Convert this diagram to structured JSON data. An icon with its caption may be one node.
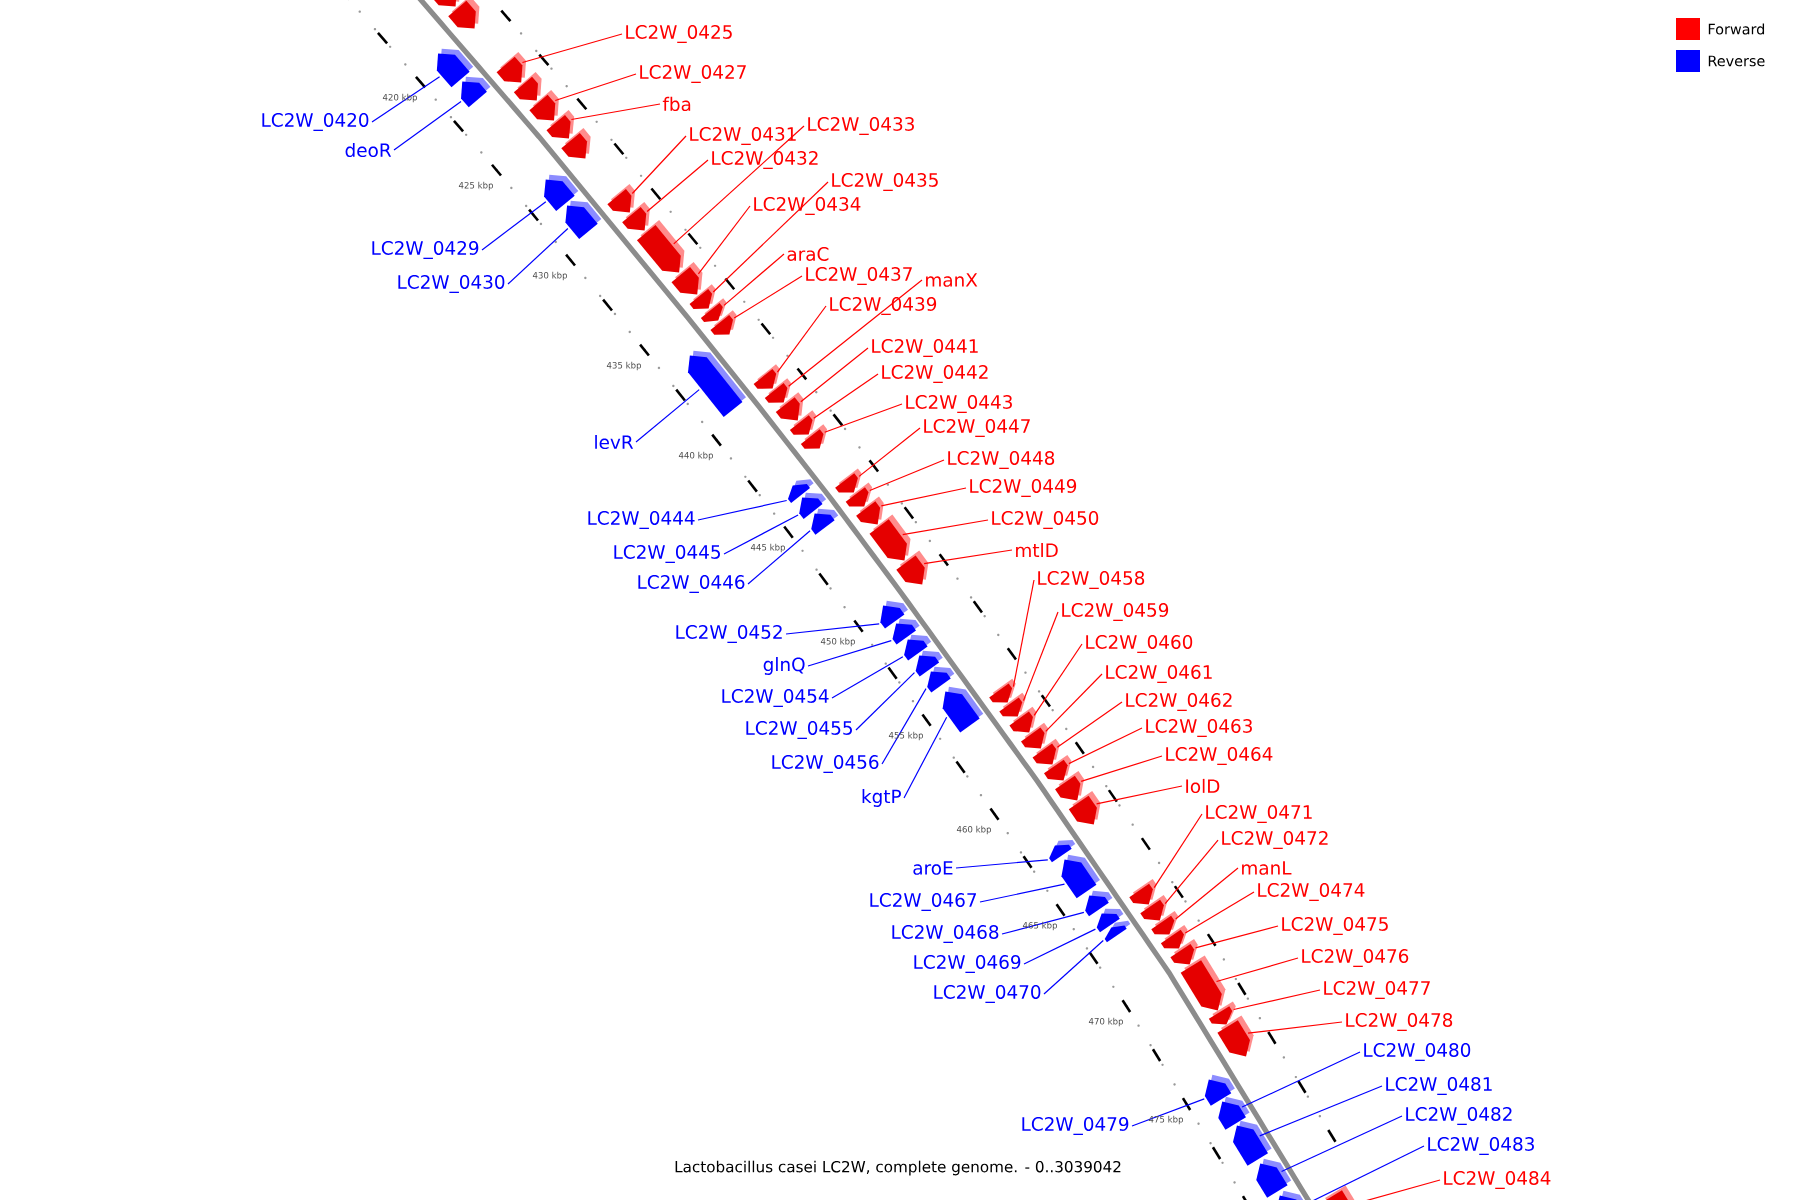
{
  "diagram": {
    "caption": "Lactobacillus casei LC2W, complete genome. - 0..3039042",
    "nodes": [
      {
        "text": [
          "LC2W_0425"
        ]
      },
      {
        "text": [
          "LC2W_0427"
        ]
      },
      {
        "text": [
          "fba"
        ]
      },
      {
        "text": [
          "LC2W_0420"
        ]
      },
      {
        "text": [
          "LC2W_0433"
        ]
      },
      {
        "text": [
          "LC2W_0431"
        ]
      },
      {
        "text": [
          "deoR"
        ]
      },
      {
        "text": [
          "LC2W_0432"
        ]
      },
      {
        "text": [
          "LC2W_0435"
        ]
      },
      {
        "text": [
          "LC2W_0434"
        ]
      },
      {
        "text": [
          "LC2W_0429"
        ]
      },
      {
        "text": [
          "araC"
        ]
      },
      {
        "text": [
          "LC2W_0437"
        ]
      },
      {
        "text": [
          "manX"
        ]
      },
      {
        "text": [
          "LC2W_0430"
        ]
      },
      {
        "text": [
          "LC2W_0439"
        ]
      },
      {
        "text": [
          "LC2W_0441"
        ]
      },
      {
        "text": [
          "LC2W_0442"
        ]
      },
      {
        "text": [
          "LC2W_0443"
        ]
      },
      {
        "text": [
          "LC2W_0447"
        ]
      },
      {
        "text": [
          "levR"
        ]
      },
      {
        "text": [
          "LC2W_0448"
        ]
      },
      {
        "text": [
          "LC2W_0449"
        ]
      },
      {
        "text": [
          "LC2W_0450"
        ]
      },
      {
        "text": [
          "LC2W_0444"
        ]
      },
      {
        "text": [
          "mtlD"
        ]
      },
      {
        "text": [
          "LC2W_0445"
        ]
      },
      {
        "text": [
          "LC2W_0458"
        ]
      },
      {
        "text": [
          "LC2W_0446"
        ]
      },
      {
        "text": [
          "LC2W_0459"
        ]
      },
      {
        "text": [
          "LC2W_0452"
        ]
      },
      {
        "text": [
          "LC2W_0460"
        ]
      },
      {
        "text": [
          "glnQ"
        ]
      },
      {
        "text": [
          "LC2W_0461"
        ]
      },
      {
        "text": [
          "LC2W_0454"
        ]
      },
      {
        "text": [
          "LC2W_0462"
        ]
      },
      {
        "text": [
          "LC2W_0463"
        ]
      },
      {
        "text": [
          "LC2W_0455"
        ]
      },
      {
        "text": [
          "LC2W_0464"
        ]
      },
      {
        "text": [
          "LC2W_0456"
        ]
      },
      {
        "text": [
          "IolD"
        ]
      },
      {
        "text": [
          "kgtP"
        ]
      },
      {
        "text": [
          "LC2W_0471"
        ]
      },
      {
        "text": [
          "LC2W_0472"
        ]
      },
      {
        "text": [
          "aroE"
        ]
      },
      {
        "text": [
          "manL"
        ]
      },
      {
        "text": [
          "LC2W_0474"
        ]
      },
      {
        "text": [
          "LC2W_0467"
        ]
      },
      {
        "text": [
          "LC2W_0475"
        ]
      },
      {
        "text": [
          "LC2W_0468"
        ]
      },
      {
        "text": [
          "LC2W_0476"
        ]
      },
      {
        "text": [
          "LC2W_0469"
        ]
      },
      {
        "text": [
          "LC2W_0477"
        ]
      },
      {
        "text": [
          "LC2W_0470"
        ]
      },
      {
        "text": [
          "LC2W_0478"
        ]
      },
      {
        "text": [
          "LC2W_0480"
        ]
      },
      {
        "text": [
          "LC2W_0481"
        ]
      },
      {
        "text": [
          "LC2W_0482"
        ]
      },
      {
        "text": [
          "LC2W_0479"
        ]
      },
      {
        "text": [
          "LC2W_0483"
        ]
      },
      {
        "text": [
          "LC2W_0484"
        ]
      },
      {
        "text": [],
        "shape": "arrow"
      },
      {
        "text": [],
        "shape": "arrow"
      },
      {
        "text": [],
        "shape": "arrow"
      },
      {
        "text": [],
        "shape": "arrow"
      },
      {
        "text": [],
        "shape": "arrow"
      },
      {
        "text": [],
        "shape": "arrow"
      },
      {
        "text": [],
        "shape": "arrow"
      },
      {
        "text": [],
        "shape": "arrow"
      },
      {
        "text": [],
        "shape": "arrow"
      },
      {
        "text": [],
        "shape": "arrow"
      },
      {
        "text": [],
        "shape": "arrow"
      },
      {
        "text": [],
        "shape": "arrow"
      },
      {
        "text": [],
        "shape": "arrow"
      },
      {
        "text": [],
        "shape": "arrow"
      },
      {
        "text": [],
        "shape": "arrow"
      },
      {
        "text": [],
        "shape": "arrow"
      },
      {
        "text": [],
        "shape": "arrow"
      },
      {
        "text": [],
        "shape": "arrow"
      },
      {
        "text": [],
        "shape": "arrow"
      },
      {
        "text": [],
        "shape": "arrow"
      },
      {
        "text": [],
        "shape": "arrow"
      },
      {
        "text": [],
        "shape": "arrow"
      },
      {
        "text": [],
        "shape": "arrow"
      },
      {
        "text": [],
        "shape": "arrow"
      },
      {
        "text": [],
        "shape": "arrow"
      },
      {
        "text": [],
        "shape": "arrow"
      },
      {
        "text": [],
        "shape": "arrow"
      },
      {
        "text": [],
        "shape": "arrow"
      },
      {
        "text": [],
        "shape": "arrow"
      },
      {
        "text": [],
        "shape": "arrow"
      },
      {
        "text": [],
        "shape": "arrow"
      },
      {
        "text": [],
        "shape": "arrow"
      },
      {
        "text": [],
        "shape": "arrow"
      },
      {
        "text": [],
        "shape": "arrow"
      },
      {
        "text": [],
        "shape": "arrow"
      },
      {
        "text": [],
        "shape": "arrow"
      },
      {
        "text": [],
        "shape": "arrow"
      },
      {
        "text": [],
        "shape": "arrow"
      },
      {
        "text": [],
        "shape": "arrow"
      },
      {
        "text": [],
        "shape": "arrow"
      },
      {
        "text": [],
        "shape": "arrow"
      },
      {
        "text": [],
        "shape": "arrow"
      },
      {
        "text": [],
        "shape": "arrow"
      },
      {
        "text": [],
        "shape": "arrow"
      },
      {
        "text": [],
        "shape": "arrow"
      },
      {
        "text": [],
        "shape": "arrow"
      },
      {
        "text": [],
        "shape": "arrow"
      },
      {
        "text": [],
        "shape": "arrow"
      },
      {
        "text": [],
        "shape": "arrow"
      },
      {
        "text": [],
        "shape": "arrow"
      },
      {
        "text": [],
        "shape": "arrow"
      },
      {
        "text": [],
        "shape": "arrow"
      },
      {
        "text": [],
        "shape": "arrow"
      },
      {
        "text": [],
        "shape": "arrow"
      },
      {
        "text": [],
        "shape": "arrow"
      },
      {
        "text": [],
        "shape": "arrow"
      },
      {
        "text": [],
        "shape": "arrow"
      },
      {
        "text": [],
        "shape": "arrow"
      },
      {
        "text": [],
        "shape": "arrow"
      },
      {
        "text": [],
        "shape": "arrow"
      },
      {
        "text": [],
        "shape": "arrow"
      },
      {
        "text": [],
        "shape": "arrow"
      },
      {
        "text": [],
        "shape": "arrow"
      },
      {
        "text": [],
        "shape": "arrow"
      },
      {
        "text": [],
        "shape": "arrow"
      }
    ],
    "edges": [
      {
        "from": 0,
        "to": 63,
        "arrow": "none"
      },
      {
        "from": 1,
        "to": 65,
        "arrow": "none"
      },
      {
        "from": 2,
        "to": 66,
        "arrow": "none"
      },
      {
        "from": 3,
        "to": 101,
        "arrow": "none",
        "color": "#0000ff"
      },
      {
        "from": 4,
        "to": 70,
        "arrow": "none"
      },
      {
        "from": 5,
        "to": 68,
        "arrow": "none"
      },
      {
        "from": 6,
        "to": 102,
        "arrow": "none",
        "color": "#0000ff"
      },
      {
        "from": 7,
        "to": 69,
        "arrow": "none"
      },
      {
        "from": 8,
        "to": 72,
        "arrow": "none"
      },
      {
        "from": 9,
        "to": 71,
        "arrow": "none"
      },
      {
        "from": 10,
        "to": 103,
        "arrow": "none",
        "color": "#0000ff"
      },
      {
        "from": 11,
        "to": 73,
        "arrow": "none"
      },
      {
        "from": 12,
        "to": 74,
        "arrow": "none"
      },
      {
        "from": 13,
        "to": 76,
        "arrow": "none"
      },
      {
        "from": 14,
        "to": 104,
        "arrow": "none",
        "color": "#0000ff"
      },
      {
        "from": 15,
        "to": 75,
        "arrow": "none"
      },
      {
        "from": 16,
        "to": 77,
        "arrow": "none"
      },
      {
        "from": 17,
        "to": 78,
        "arrow": "none"
      },
      {
        "from": 18,
        "to": 79,
        "arrow": "none"
      },
      {
        "from": 19,
        "to": 80,
        "arrow": "none"
      },
      {
        "from": 20,
        "to": 105,
        "arrow": "none",
        "color": "#0000ff"
      },
      {
        "from": 21,
        "to": 81,
        "arrow": "none"
      },
      {
        "from": 22,
        "to": 82,
        "arrow": "none"
      },
      {
        "from": 23,
        "to": 83,
        "arrow": "none"
      },
      {
        "from": 24,
        "to": 106,
        "arrow": "none",
        "color": "#0000ff"
      },
      {
        "from": 25,
        "to": 84,
        "arrow": "none"
      },
      {
        "from": 26,
        "to": 107,
        "arrow": "none",
        "color": "#0000ff"
      },
      {
        "from": 27,
        "to": 85,
        "arrow": "none"
      },
      {
        "from": 28,
        "to": 108,
        "arrow": "none",
        "color": "#0000ff"
      },
      {
        "from": 29,
        "to": 86,
        "arrow": "none"
      },
      {
        "from": 30,
        "to": 109,
        "arrow": "none",
        "color": "#0000ff"
      },
      {
        "from": 31,
        "to": 87,
        "arrow": "none"
      },
      {
        "from": 32,
        "to": 110,
        "arrow": "none",
        "color": "#0000ff"
      },
      {
        "from": 33,
        "to": 88,
        "arrow": "none"
      },
      {
        "from": 34,
        "to": 111,
        "arrow": "none",
        "color": "#0000ff"
      },
      {
        "from": 35,
        "to": 89,
        "arrow": "none"
      },
      {
        "from": 36,
        "to": 90,
        "arrow": "none"
      },
      {
        "from": 37,
        "to": 112,
        "arrow": "none",
        "color": "#0000ff"
      },
      {
        "from": 38,
        "to": 91,
        "arrow": "none"
      },
      {
        "from": 39,
        "to": 113,
        "arrow": "none",
        "color": "#0000ff"
      },
      {
        "from": 40,
        "to": 92,
        "arrow": "none"
      },
      {
        "from": 41,
        "to": 114,
        "arrow": "none",
        "color": "#0000ff"
      },
      {
        "from": 42,
        "to": 93,
        "arrow": "none"
      },
      {
        "from": 43,
        "to": 94,
        "arrow": "none"
      },
      {
        "from": 44,
        "to": 115,
        "arrow": "none",
        "color": "#0000ff"
      },
      {
        "from": 45,
        "to": 95,
        "arrow": "none"
      },
      {
        "from": 46,
        "to": 96,
        "arrow": "none"
      },
      {
        "from": 47,
        "to": 116,
        "arrow": "none",
        "color": "#0000ff"
      },
      {
        "from": 48,
        "to": 97,
        "arrow": "none"
      },
      {
        "from": 49,
        "to": 117,
        "arrow": "none",
        "color": "#0000ff"
      },
      {
        "from": 50,
        "to": 98,
        "arrow": "none"
      },
      {
        "from": 51,
        "to": 118,
        "arrow": "none",
        "color": "#0000ff"
      },
      {
        "from": 52,
        "to": 99,
        "arrow": "none"
      },
      {
        "from": 53,
        "to": 119,
        "arrow": "none",
        "color": "#0000ff"
      },
      {
        "from": 54,
        "to": 100,
        "arrow": "none"
      },
      {
        "from": 55,
        "to": 121,
        "arrow": "none",
        "color": "#0000ff"
      },
      {
        "from": 56,
        "to": 122,
        "arrow": "none",
        "color": "#0000ff"
      },
      {
        "from": 57,
        "to": 123,
        "arrow": "none",
        "color": "#0000ff"
      },
      {
        "from": 58,
        "to": 120,
        "arrow": "none",
        "color": "#0000ff"
      },
      {
        "from": 59,
        "to": 124,
        "arrow": "none",
        "color": "#0000ff"
      },
      {
        "from": 60,
        "to": 125,
        "arrow": "none"
      }
    ],
    "labels": [
      "420 kbp",
      "425 kbp",
      "430 kbp",
      "435 kbp",
      "440 kbp",
      "445 kbp",
      "450 kbp",
      "455 kbp",
      "460 kbp",
      "465 kbp",
      "470 kbp",
      "475 kbp"
    ],
    "legend": [
      {
        "text": "Forward",
        "color": "#ff0000"
      },
      {
        "text": "Reverse",
        "color": "#0000ff"
      }
    ]
  }
}
